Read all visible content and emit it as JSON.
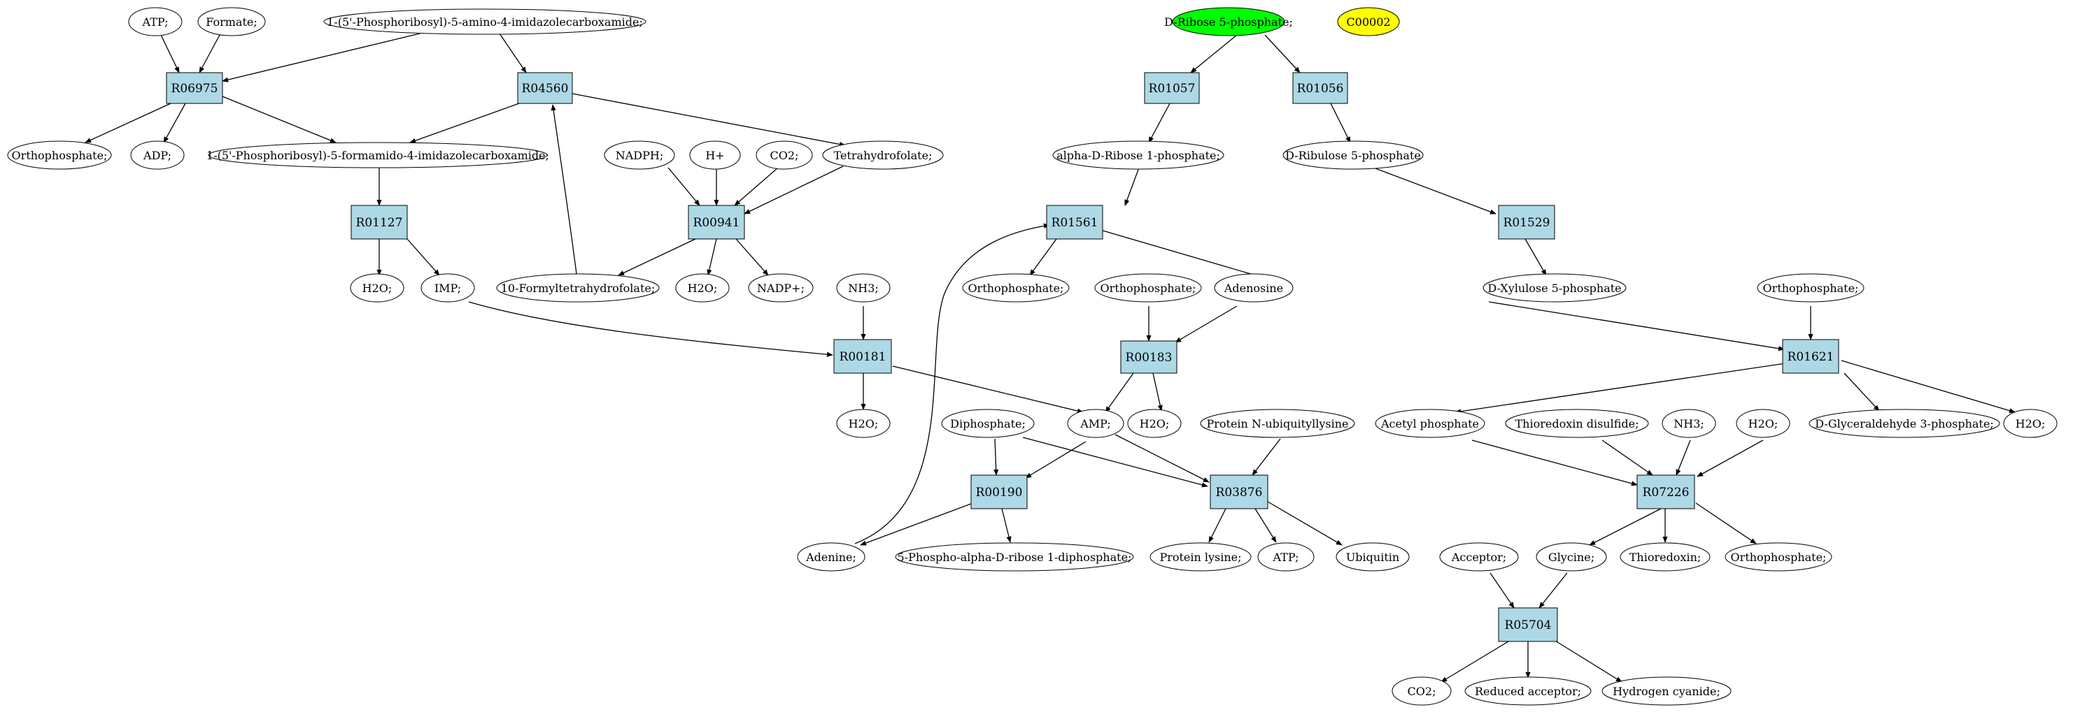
{
  "colors": {
    "reaction_fill": "#add8e6",
    "compound_fill": "#ffffff",
    "highlight_green": "#00ff00",
    "highlight_yellow": "#ffff00",
    "stroke": "#000000"
  },
  "reactions": {
    "R06975": "R06975",
    "R04560": "R04560",
    "R01127": "R01127",
    "R00941": "R00941",
    "R00181": "R00181",
    "R01057": "R01057",
    "R01056": "R01056",
    "R01561": "R01561",
    "R01529": "R01529",
    "R00183": "R00183",
    "R00190": "R00190",
    "R03876": "R03876",
    "R01621": "R01621",
    "R07226": "R07226",
    "R05704": "R05704"
  },
  "compounds": {
    "atp_top": "ATP;",
    "formate": "Formate;",
    "aicar_top": "1-(5'-Phosphoribosyl)-5-amino-4-imidazolecarboxamide;",
    "ribose5p": "D-Ribose 5-phosphate;",
    "c00002": "C00002",
    "orthophosphate_1": "Orthophosphate;",
    "adp": "ADP;",
    "faicar": "1-(5'-Phosphoribosyl)-5-formamido-4-imidazolecarboxamide;",
    "nadph": "NADPH;",
    "hplus": "H+",
    "co2_1": "CO2;",
    "thf": "Tetrahydrofolate;",
    "alpha_ribose1p": "alpha-D-Ribose 1-phosphate;",
    "ribulose5p": "D-Ribulose 5-phosphate",
    "h2o_1": "H2O;",
    "imp": "IMP;",
    "formylthf": "10-Formyltetrahydrofolate;",
    "h2o_2": "H2O;",
    "nadp": "NADP+;",
    "nh3_1": "NH3;",
    "orthophosphate_2": "Orthophosphate;",
    "orthophosphate_3": "Orthophosphate;",
    "adenosine": "Adenosine",
    "xylulose5p": "D-Xylulose 5-phosphate",
    "orthophosphate_4": "Orthophosphate;",
    "h2o_3": "H2O;",
    "diphosphate": "Diphosphate;",
    "amp": "AMP;",
    "h2o_4": "H2O;",
    "protein_nub": "Protein N-ubiquityllysine",
    "acetyl_phosphate": "Acetyl phosphate",
    "thioredoxin_disulfide": "Thioredoxin disulfide;",
    "nh3_2": "NH3;",
    "h2o_5": "H2O;",
    "gap": "D-Glyceraldehyde 3-phosphate;",
    "h2o_6": "H2O;",
    "adenine": "Adenine;",
    "prpp": "5-Phospho-alpha-D-ribose 1-diphosphate;",
    "protein_lysine": "Protein lysine;",
    "atp_2": "ATP;",
    "ubiquitin": "Ubiquitin",
    "acceptor": "Acceptor;",
    "glycine": "Glycine;",
    "thioredoxin": "Thioredoxin;",
    "orthophosphate_5": "Orthophosphate;",
    "co2_2": "CO2;",
    "reduced_acceptor": "Reduced acceptor;",
    "hcn": "Hydrogen cyanide;"
  }
}
